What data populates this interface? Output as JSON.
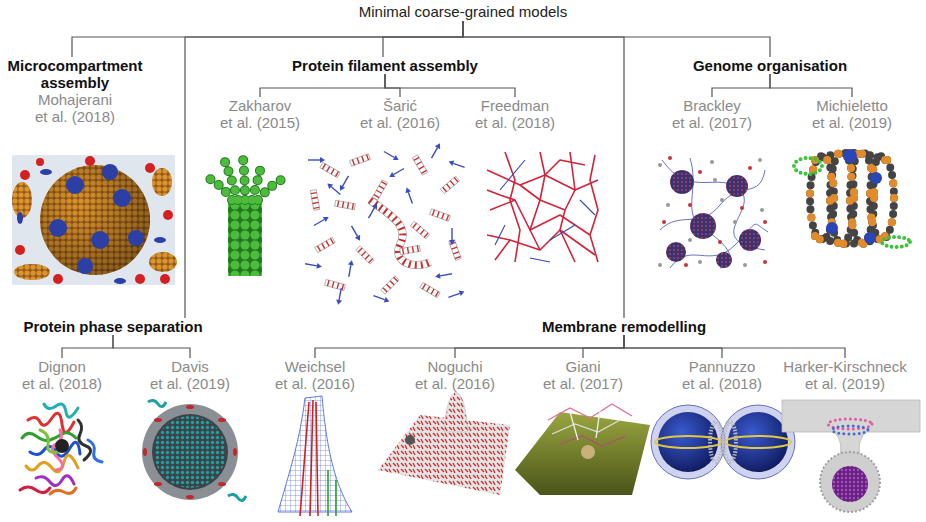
{
  "diagram": {
    "nodes": [
      {
        "text": [
          "Minimal coarse-grained models"
        ]
      },
      {
        "text": [
          "Microcompartment assembly",
          "Mohajerani et al. (2018)"
        ]
      },
      {
        "text": [
          "Protein filament assembly"
        ]
      },
      {
        "text": [
          "Zakharov et al. (2015)"
        ]
      },
      {
        "text": [
          "Šarić et al. (2016)"
        ]
      },
      {
        "text": [
          "Freedman et al. (2018)"
        ]
      },
      {
        "text": [
          "Genome organisation"
        ]
      },
      {
        "text": [
          "Brackley et al. (2017)"
        ]
      },
      {
        "text": [
          "Michieletto et al. (2019)"
        ]
      },
      {
        "text": [
          "Protein phase separation"
        ]
      },
      {
        "text": [
          "Dignon et al. (2018)"
        ]
      },
      {
        "text": [
          "Davis et al. (2019)"
        ]
      },
      {
        "text": [
          "Membrane remodelling"
        ]
      },
      {
        "text": [
          "Weichsel et al. (2016)"
        ]
      },
      {
        "text": [
          "Noguchi et al. (2016)"
        ]
      },
      {
        "text": [
          "Giani et al. (2017)"
        ]
      },
      {
        "text": [
          "Pannuzzo et al. (2018)"
        ]
      },
      {
        "text": [
          "Harker-Kirschneck et al. (2019)"
        ]
      }
    ],
    "edges": [
      {
        "from": 0,
        "to": 1,
        "arrow": "none"
      },
      {
        "from": 0,
        "to": 2,
        "arrow": "none"
      },
      {
        "from": 0,
        "to": 6,
        "arrow": "none"
      },
      {
        "from": 0,
        "to": 9,
        "arrow": "none"
      },
      {
        "from": 0,
        "to": 12,
        "arrow": "none"
      },
      {
        "from": 2,
        "to": 3,
        "arrow": "none"
      },
      {
        "from": 2,
        "to": 4,
        "arrow": "none"
      },
      {
        "from": 2,
        "to": 5,
        "arrow": "none"
      },
      {
        "from": 6,
        "to": 7,
        "arrow": "none"
      },
      {
        "from": 6,
        "to": 8,
        "arrow": "none"
      },
      {
        "from": 9,
        "to": 10,
        "arrow": "none"
      },
      {
        "from": 9,
        "to": 11,
        "arrow": "none"
      },
      {
        "from": 12,
        "to": 13,
        "arrow": "none"
      },
      {
        "from": 12,
        "to": 14,
        "arrow": "none"
      },
      {
        "from": 12,
        "to": 15,
        "arrow": "none"
      },
      {
        "from": 12,
        "to": 16,
        "arrow": "none"
      },
      {
        "from": 12,
        "to": 17,
        "arrow": "none"
      }
    ]
  }
}
